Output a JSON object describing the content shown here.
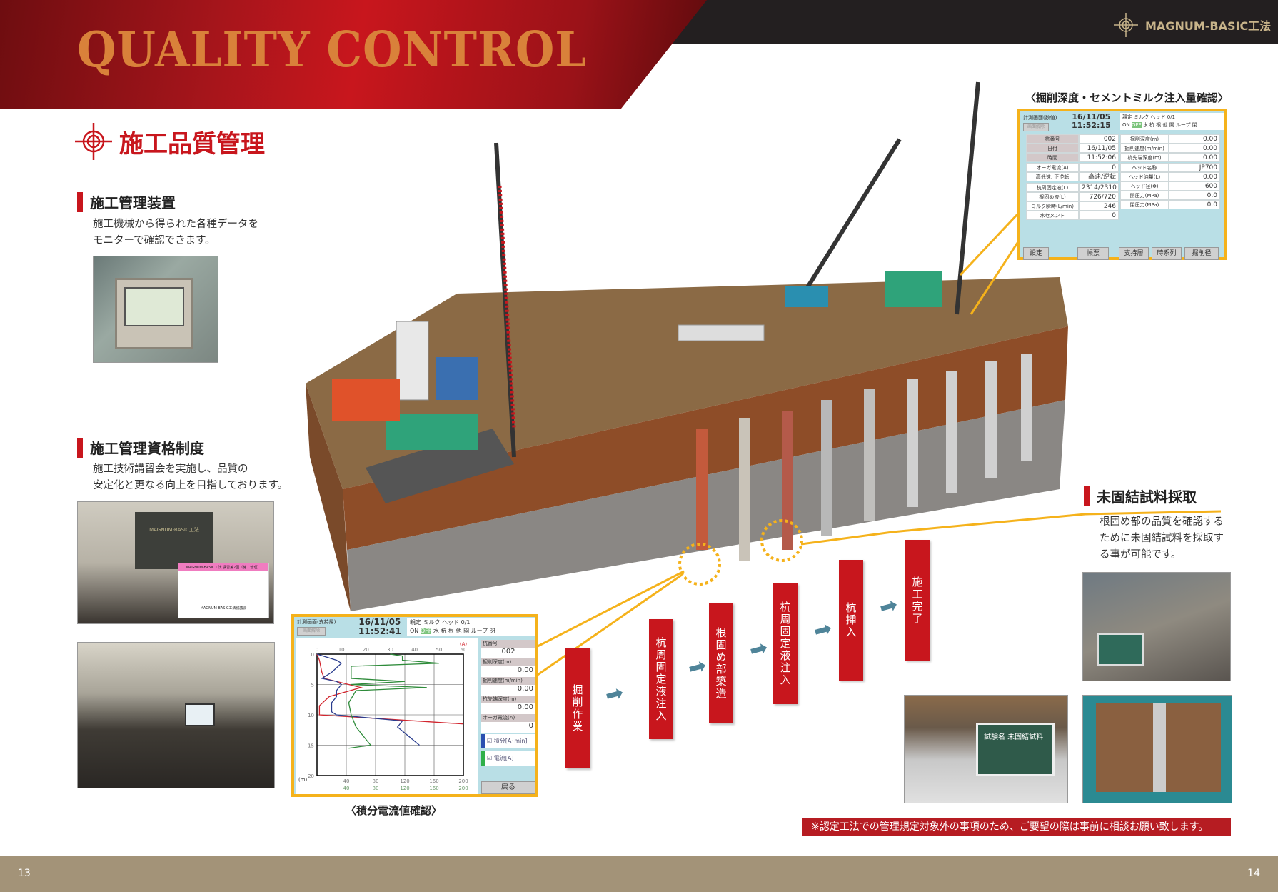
{
  "header": {
    "title": "QUALITY CONTROL",
    "brand": "MAGNUM-BASIC工法"
  },
  "section_title": "施工品質管理",
  "left": {
    "block1": {
      "heading": "施工管理装置",
      "desc": [
        "施工機械から得られた各種データを",
        "モニターで確認できます。"
      ]
    },
    "block2": {
      "heading": "施工管理資格制度",
      "desc": [
        "施工技術講習会を実施し、品質の",
        "安定化と更なる向上を目指しております。"
      ]
    },
    "slide_text": "MAGNUM-BASIC工法",
    "slide2_text": "MAGNUM-BASIC工法 講習第7回（施工管理）",
    "slide2_footer": "MAGNUM-BASIC工法協議会"
  },
  "screen_top": {
    "caption": "〈掘削深度・セメントミルク注入量確認〉",
    "mode": "計測画面(数値)",
    "mode_btn": "画面解除",
    "date": "16/11/05",
    "time": "11:52:15",
    "status": {
      "label1": "親定",
      "on": "ON",
      "off": "OFF",
      "label2": "ミルク",
      "milk": "水 杭 根 他",
      "label3": "ヘッド",
      "head_val": "0/1",
      "head": "開 ループ 閉"
    },
    "left_rows": [
      [
        "杭番号",
        "002"
      ],
      [
        "日付",
        "16/11/05"
      ],
      [
        "時間",
        "11:52:06"
      ]
    ],
    "left_rows2": [
      [
        "オーガ電流(A)",
        "0"
      ],
      [
        "高低速, 正逆転",
        "高速/逆転"
      ]
    ],
    "left_rows3": [
      [
        "杭周固定液(L)",
        "2314/2310"
      ],
      [
        "根固め液(L)",
        "726/720"
      ],
      [
        "ミルク瞬時(L/min)",
        "246"
      ],
      [
        "水セメント",
        "0"
      ]
    ],
    "right_rows": [
      [
        "掘削深度(m)",
        "0.00"
      ],
      [
        "掘削速度(m/min)",
        "0.00"
      ],
      [
        "杭先端深度(m)",
        "0.00"
      ]
    ],
    "right_rows2": [
      [
        "ヘッド名称",
        "JP700"
      ],
      [
        "ヘッド油量(L)",
        "0.00"
      ],
      [
        "ヘッド径(Φ)",
        "600"
      ],
      [
        "開圧力(MPa)",
        "0.0"
      ],
      [
        "閉圧力(MPa)",
        "0.0"
      ]
    ],
    "buttons": [
      "設定",
      "帳票",
      "支持層",
      "時系列",
      "掘削径"
    ]
  },
  "screen_bottom": {
    "caption": "〈積分電流値確認〉",
    "mode": "計測画面(支持層)",
    "mode_btn": "画面解除",
    "date": "16/11/05",
    "time": "11:52:41",
    "status": {
      "label1": "親定",
      "on": "ON",
      "off": "OFF",
      "label2": "ミルク",
      "milk": "水 杭 根 他",
      "label3": "ヘッド",
      "head_val": "0/1",
      "head": "開 ループ 閉"
    },
    "side": [
      [
        "杭番号",
        "002"
      ],
      [
        "掘削深度(m)",
        "0.00"
      ],
      [
        "掘削速度(m/min)",
        "0.00"
      ],
      [
        "杭先端深度(m)",
        "0.00"
      ],
      [
        "オーガ電流(A)",
        "0"
      ]
    ],
    "check1": "☑ 積分[A･min]",
    "check2": "☑ 電流[A]",
    "back": "戻る"
  },
  "chart_data": {
    "type": "line",
    "title": "",
    "ylabel": "(m)",
    "top_unit": "(A)",
    "x_top_ticks": [
      "0",
      "10",
      "20",
      "30",
      "40",
      "50",
      "60"
    ],
    "x_bottom_ticks1": [
      "40",
      "80",
      "120",
      "160",
      "200"
    ],
    "x_bottom_ticks2": [
      "40",
      "80",
      "120",
      "160",
      "200"
    ],
    "y_ticks": [
      "0",
      "5",
      "10",
      "15",
      "20"
    ],
    "xlim": [
      0,
      60
    ],
    "ylim": [
      0,
      20
    ],
    "grid": true,
    "series": [
      {
        "name": "red",
        "color": "#d2262f",
        "points": [
          [
            0,
            0
          ],
          [
            1,
            1
          ],
          [
            2,
            3
          ],
          [
            3,
            4
          ],
          [
            18,
            5.5
          ],
          [
            5,
            7
          ],
          [
            1,
            8.5
          ],
          [
            1,
            10
          ],
          [
            60,
            11.5
          ]
        ]
      },
      {
        "name": "積分[A･min]",
        "color": "#2a3d8f",
        "points": [
          [
            0,
            0
          ],
          [
            8,
            1
          ],
          [
            10,
            1.5
          ],
          [
            6,
            3
          ],
          [
            2,
            4
          ],
          [
            8,
            4.5
          ],
          [
            10,
            5
          ],
          [
            8,
            6
          ],
          [
            8,
            7
          ],
          [
            6,
            8
          ],
          [
            6,
            9.5
          ],
          [
            8,
            10
          ],
          [
            35,
            11
          ],
          [
            33,
            12
          ],
          [
            36,
            13
          ],
          [
            42,
            15
          ]
        ]
      },
      {
        "name": "電流[A]",
        "color": "#2e8b3a",
        "points": [
          [
            30,
            0
          ],
          [
            35,
            0.3
          ],
          [
            35,
            1
          ],
          [
            50,
            1.5
          ],
          [
            14,
            2
          ],
          [
            14,
            3
          ],
          [
            14,
            4
          ],
          [
            36,
            4.5
          ],
          [
            14,
            5
          ],
          [
            45,
            5.5
          ],
          [
            16,
            6
          ],
          [
            13,
            8
          ],
          [
            14,
            10
          ],
          [
            16,
            12
          ],
          [
            20,
            14
          ],
          [
            22,
            15
          ],
          [
            13,
            15.5
          ]
        ]
      }
    ]
  },
  "steps": [
    "掘削作業",
    "杭周固定液注入",
    "根固め部築造",
    "杭周固定液注入",
    "杭挿入",
    "施工完了"
  ],
  "right": {
    "heading": "未固結試料採取",
    "desc": [
      "根固め部の品質を確認する",
      "ために未固結試料を採取す",
      "る事が可能です。"
    ],
    "board_text": "試験名 未固結試料"
  },
  "note": "※認定工法での管理規定対象外の事項のため、ご要望の際は事前に相談お願い致します。",
  "footer": {
    "page_left": "13",
    "page_right": "14"
  },
  "colors": {
    "accent": "#c8161d",
    "callout": "#f5b21b",
    "footer": "#a39378"
  }
}
